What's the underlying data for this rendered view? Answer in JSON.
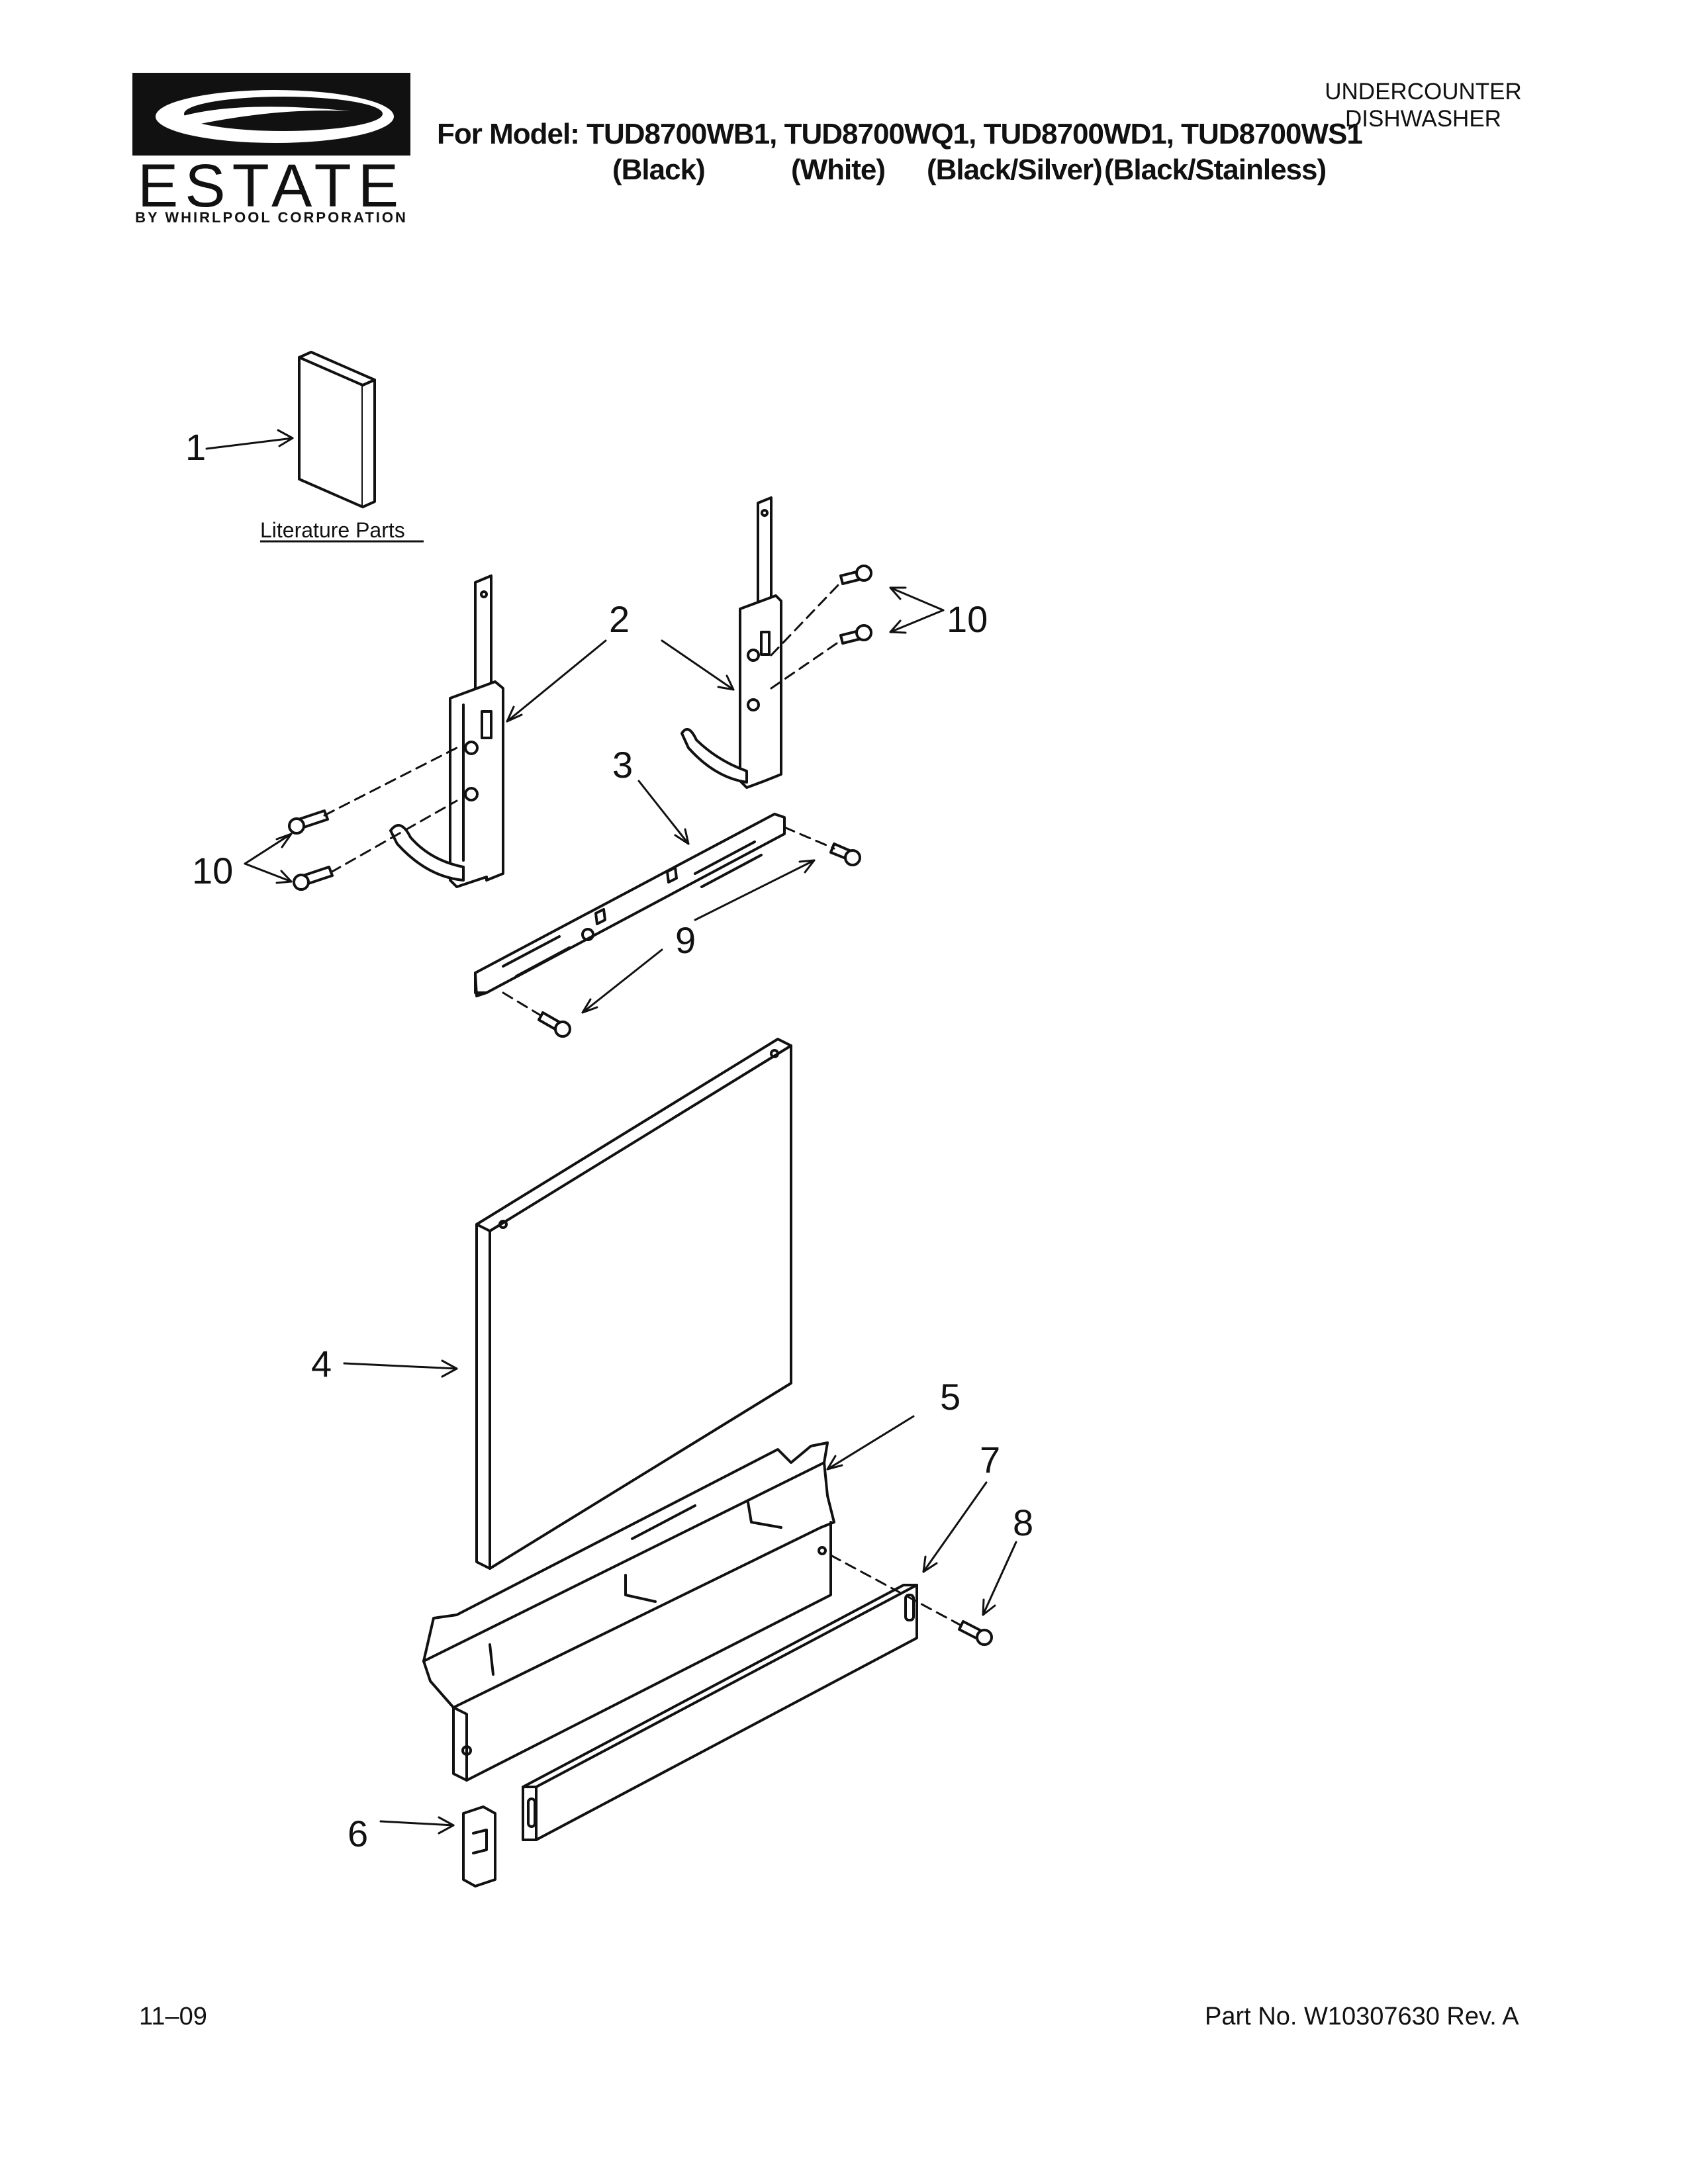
{
  "header": {
    "brand": "ESTATE",
    "brand_sub": "BY WHIRLPOOL CORPORATION",
    "model_line": "For Model: TUD8700WB1, TUD8700WQ1, TUD8700WD1, TUD8700WS1",
    "finishes": [
      "(Black)",
      "(White)",
      "(Black/Silver)",
      "(Black/Stainless)"
    ],
    "category_line1": "UNDERCOUNTER",
    "category_line2": "DISHWASHER"
  },
  "diagram": {
    "literature_label": "Literature Parts",
    "callouts": [
      "1",
      "2",
      "3",
      "4",
      "5",
      "6",
      "7",
      "8",
      "9",
      "10",
      "10"
    ]
  },
  "footer": {
    "date": "11–09",
    "part_number": "Part No. W10307630 Rev. A"
  }
}
